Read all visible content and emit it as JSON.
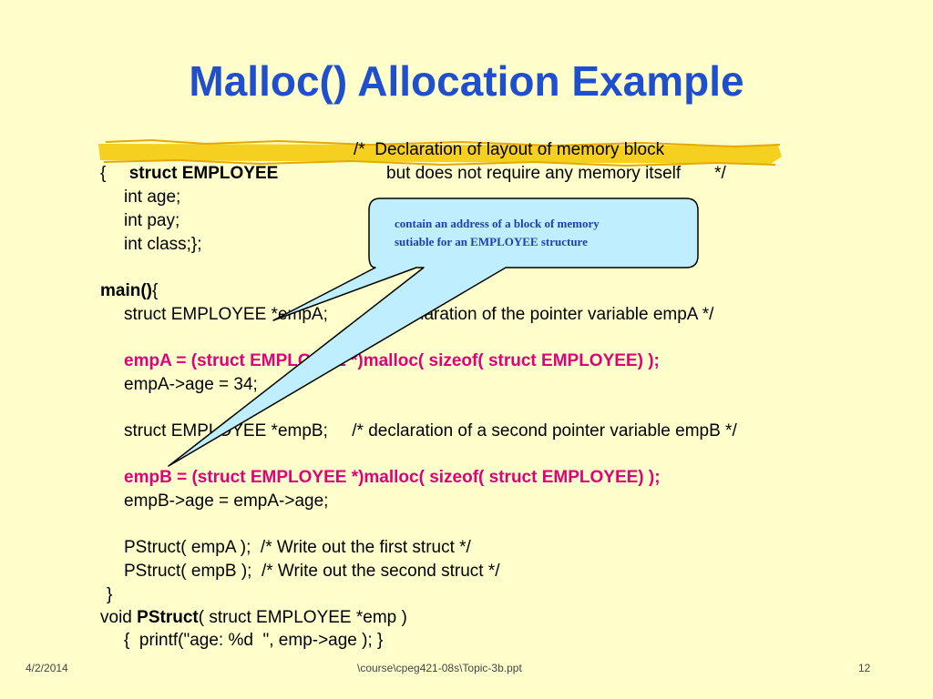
{
  "title": "Malloc() Allocation Example",
  "code": {
    "l1_kw": "struct EMPLOYEE",
    "l1_comment": "/*  Declaration of layout of memory block",
    "l2_brace": "{",
    "l2_comment": "but does not require any memory itself       */",
    "l3": "int age;",
    "l4": "int pay;",
    "l5": "int class;};",
    "l6_main": "main()",
    "l6_brace": "{",
    "l7": "struct EMPLOYEE *empA;          /* declaration of the pointer variable empA */",
    "l8": "empA = (struct EMPLOYEE *)malloc( sizeof( struct EMPLOYEE) );",
    "l9": "empA->age = 34;",
    "l10": "struct EMPLOYEE *empB;     /* declaration of a second pointer variable empB */",
    "l11": "empB = (struct EMPLOYEE *)malloc( sizeof( struct EMPLOYEE) );",
    "l12": "empB->age = empA->age;",
    "l13": "PStruct( empA );  /* Write out the first struct */",
    "l14": "PStruct( empB );  /* Write out the second struct */",
    "l15": "}",
    "l16_void": "void ",
    "l16_fn": "PStruct",
    "l16_rest": "( struct EMPLOYEE *emp )",
    "l17": "{  printf(\"age: %d  \", emp->age ); }"
  },
  "callout": {
    "line1": "contain an address of a block of memory",
    "line2": "sutiable for an EMPLOYEE structure"
  },
  "footer": {
    "date": "4/2/2014",
    "path": "\\course\\cpeg421-08s\\Topic-3b.ppt",
    "page": "12"
  },
  "colors": {
    "background": "#FFFFCC",
    "title": "#1F4FCC",
    "highlight_code": "#E0007A",
    "callout_fill": "#BFEFFF",
    "marker": "#F5C800"
  }
}
